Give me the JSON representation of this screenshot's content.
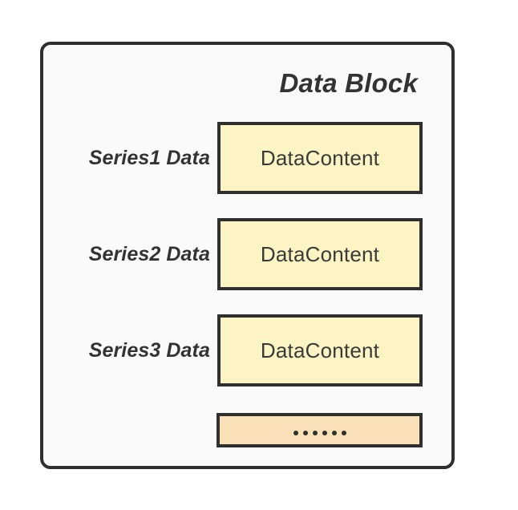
{
  "diagram": {
    "title": "Data Block",
    "container_fill": "#fafafa",
    "border_color": "#2f2f2f",
    "page_background": "#ffffff",
    "rows": [
      {
        "label": "Series1 Data",
        "content": "DataContent",
        "fill": "#fcf4c3"
      },
      {
        "label": "Series2 Data",
        "content": "DataContent",
        "fill": "#fcf4c3"
      },
      {
        "label": "Series3 Data",
        "content": "DataContent",
        "fill": "#fcf4c3"
      }
    ],
    "more_row": {
      "name": "ellipsis-row",
      "fill": "#fae0b7",
      "dot_count": 6,
      "text": "••••••"
    }
  }
}
